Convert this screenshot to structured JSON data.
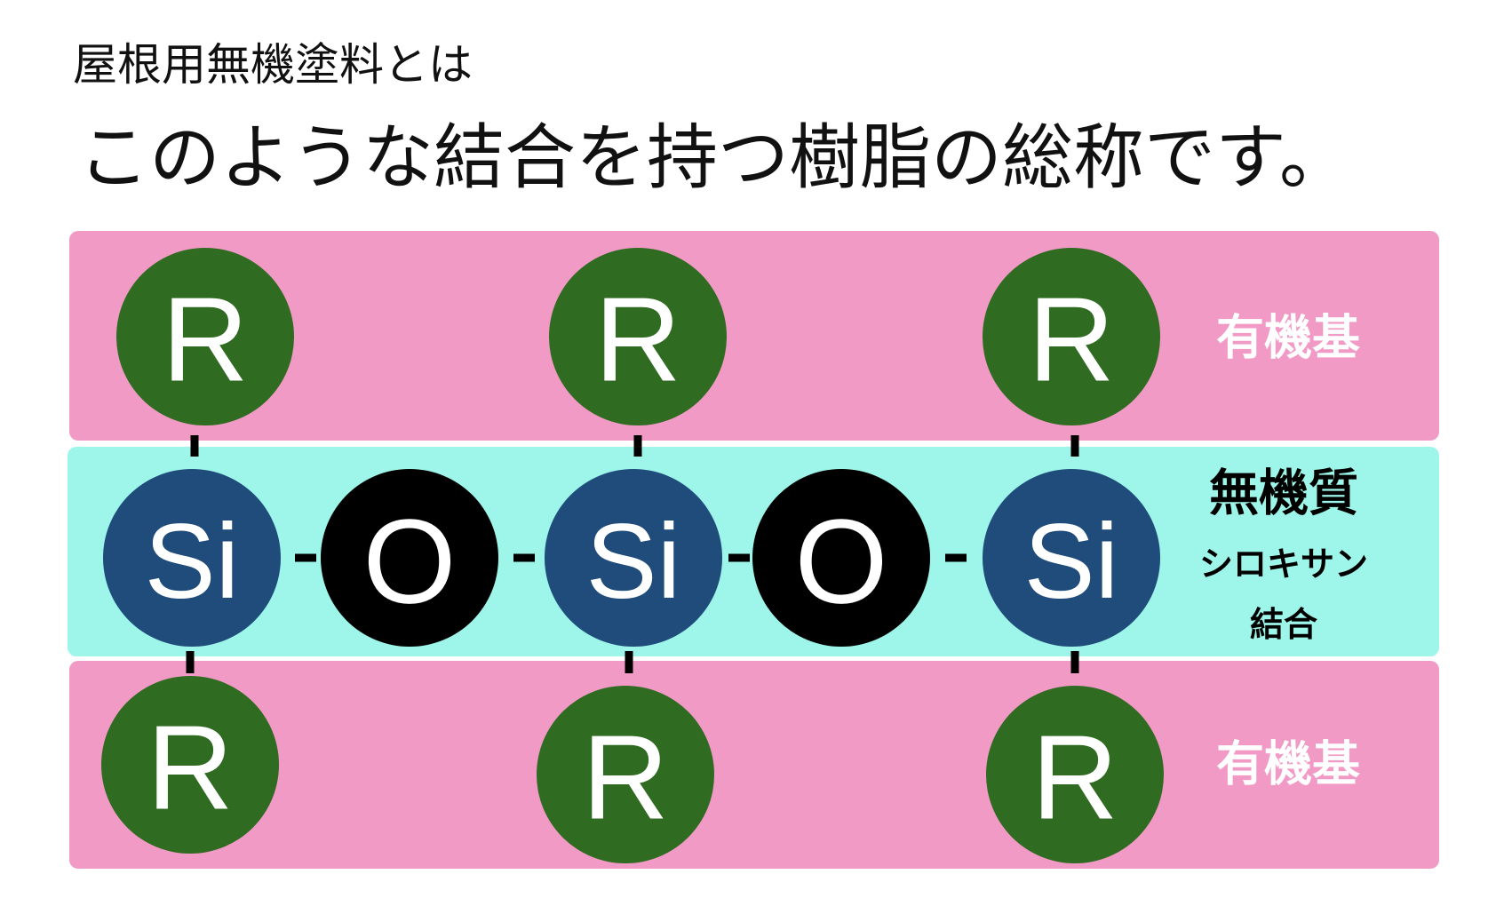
{
  "heading": {
    "line1": "屋根用無機塗料とは",
    "line2": "このような結合を持つ樹脂の総称です。"
  },
  "diagram": {
    "top_row": [
      "R",
      "R",
      "R"
    ],
    "chain": [
      "Si",
      "O",
      "Si",
      "O",
      "Si"
    ],
    "bottom_row": [
      "R",
      "R",
      "R"
    ],
    "label_organic_top": "有機基",
    "label_inorganic": "無機質",
    "label_siloxane_1": "シロキサン",
    "label_siloxane_2": "結合",
    "label_organic_bottom": "有機基"
  },
  "colors": {
    "organic_band": "#f19ac5",
    "inorganic_band": "#9df6e9",
    "r_atom": "#2f6b20",
    "si_atom": "#1f4c7b",
    "o_atom": "#000000"
  }
}
